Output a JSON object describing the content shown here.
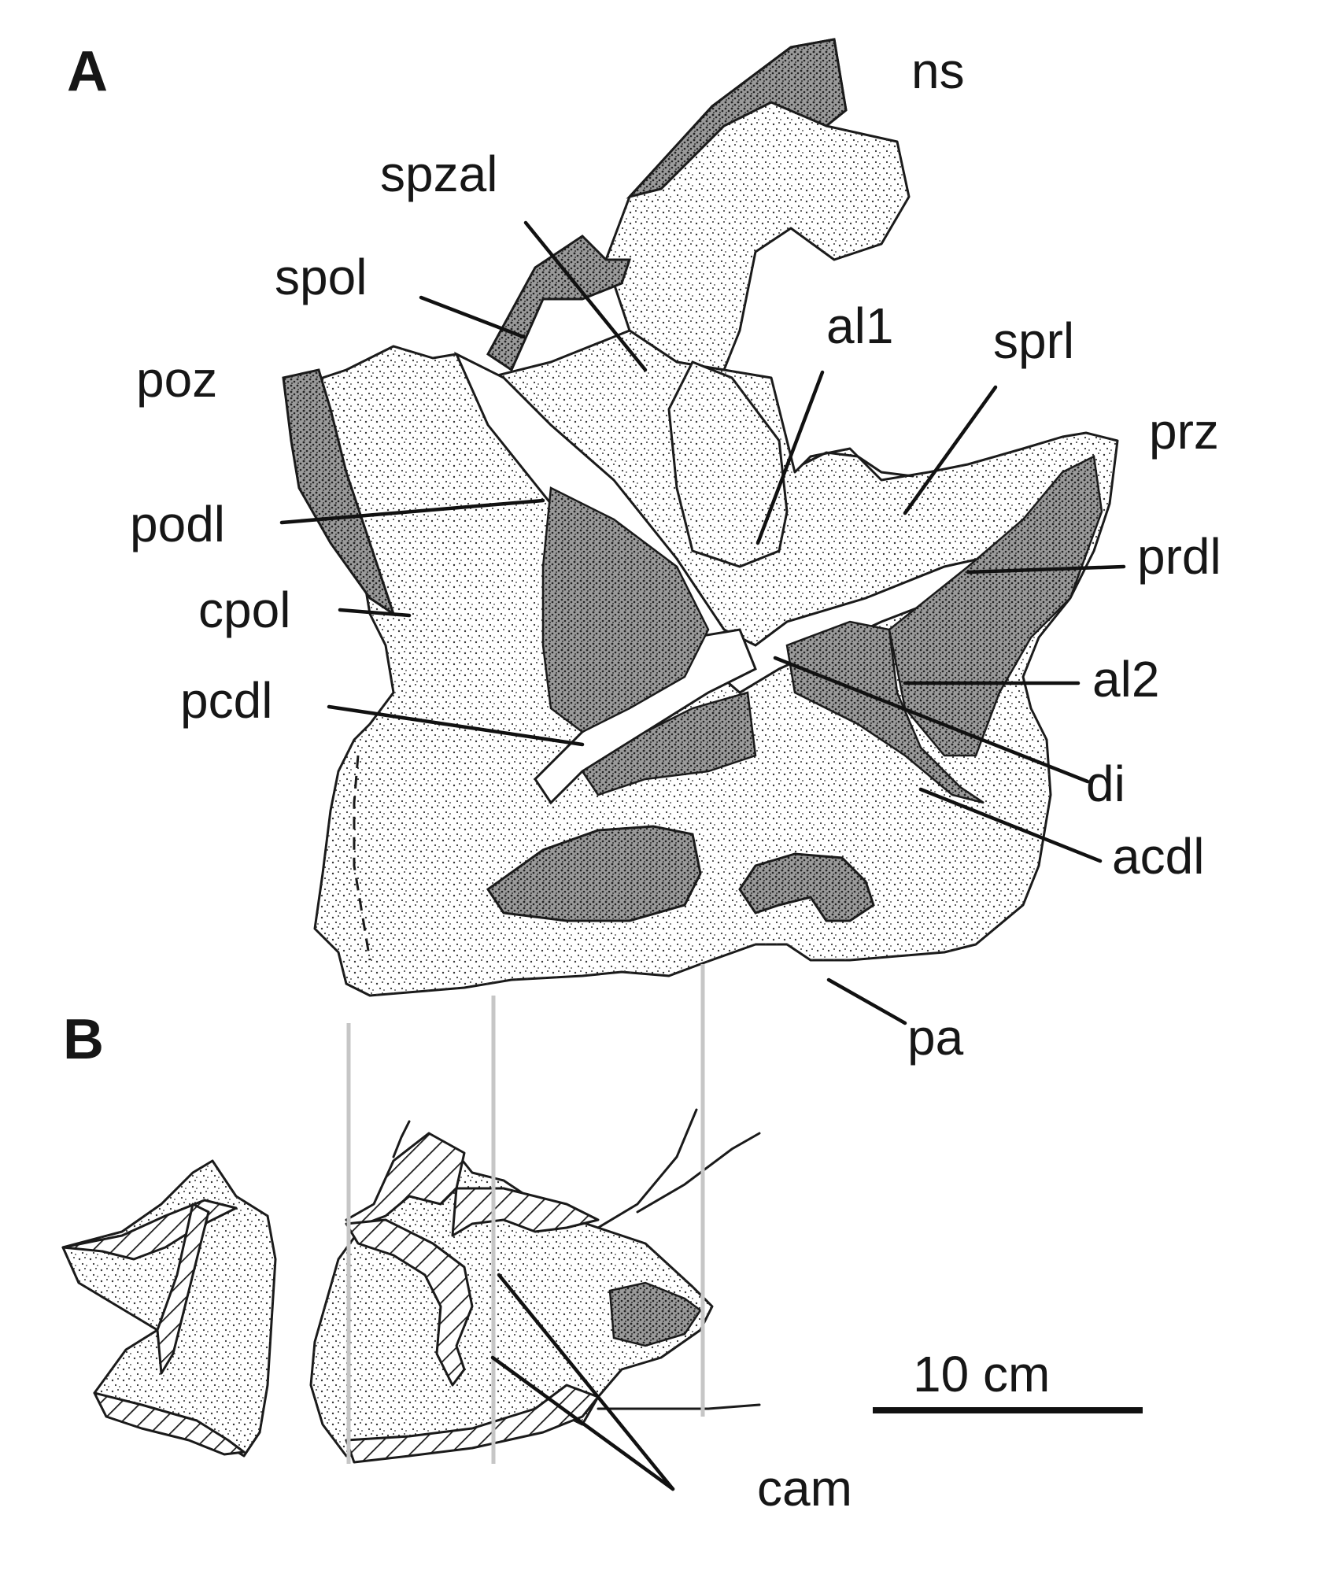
{
  "panels": {
    "a": "A",
    "b": "B"
  },
  "labels": {
    "ns": "ns",
    "spzal": "spzal",
    "spol": "spol",
    "al1": "al1",
    "sprl": "sprl",
    "poz": "poz",
    "prz": "prz",
    "podl": "podl",
    "prdl": "prdl",
    "cpol": "cpol",
    "al2": "al2",
    "pcdl": "pcdl",
    "di": "di",
    "acdl": "acdl",
    "pa": "pa",
    "cam": "cam"
  },
  "scale_bar": {
    "label": "10 cm"
  },
  "colors": {
    "ink": "#161616",
    "guide_lines": "#c6c6c6",
    "background": "#ffffff"
  }
}
